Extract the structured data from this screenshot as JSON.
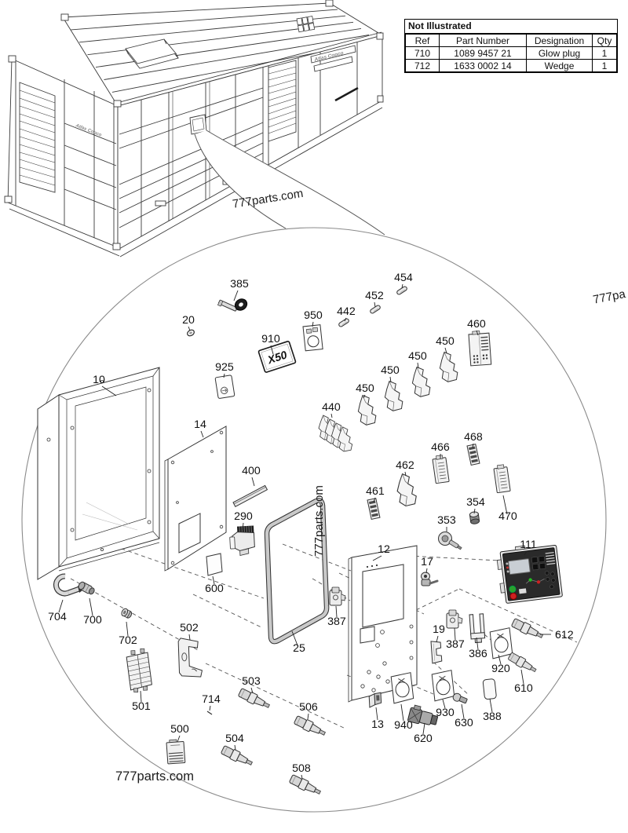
{
  "brand": "Atlas Copco",
  "watermarks": {
    "main": "777parts.com",
    "partial": "777pa"
  },
  "table": {
    "title": "Not Illustrated",
    "columns": [
      "Ref",
      "Part Number",
      "Designation",
      "Qty"
    ],
    "rows": [
      {
        "ref": "710",
        "part_number": "1089 9457 21",
        "designation": "Glow plug",
        "qty": "1"
      },
      {
        "ref": "712",
        "part_number": "1633 0002 14",
        "designation": "Wedge",
        "qty": "1"
      }
    ]
  },
  "diagram": {
    "x50_label": "X50",
    "part_labels": {
      "10": "10",
      "12": "12",
      "13": "13",
      "14": "14",
      "17": "17",
      "19": "19",
      "20": "20",
      "25": "25",
      "111": "111",
      "290": "290",
      "353": "353",
      "354": "354",
      "385": "385",
      "386": "386",
      "387": "387",
      "388": "388",
      "400": "400",
      "440": "440",
      "442": "442",
      "450": "450",
      "452": "452",
      "454": "454",
      "460": "460",
      "461": "461",
      "462": "462",
      "466": "466",
      "468": "468",
      "470": "470",
      "500": "500",
      "501": "501",
      "502": "502",
      "503": "503",
      "504": "504",
      "506": "506",
      "508": "508",
      "600": "600",
      "610": "610",
      "612": "612",
      "620": "620",
      "630": "630",
      "700": "700",
      "702": "702",
      "704": "704",
      "714": "714",
      "910": "910",
      "920": "920",
      "925": "925",
      "930": "930",
      "940": "940",
      "950": "950"
    }
  }
}
